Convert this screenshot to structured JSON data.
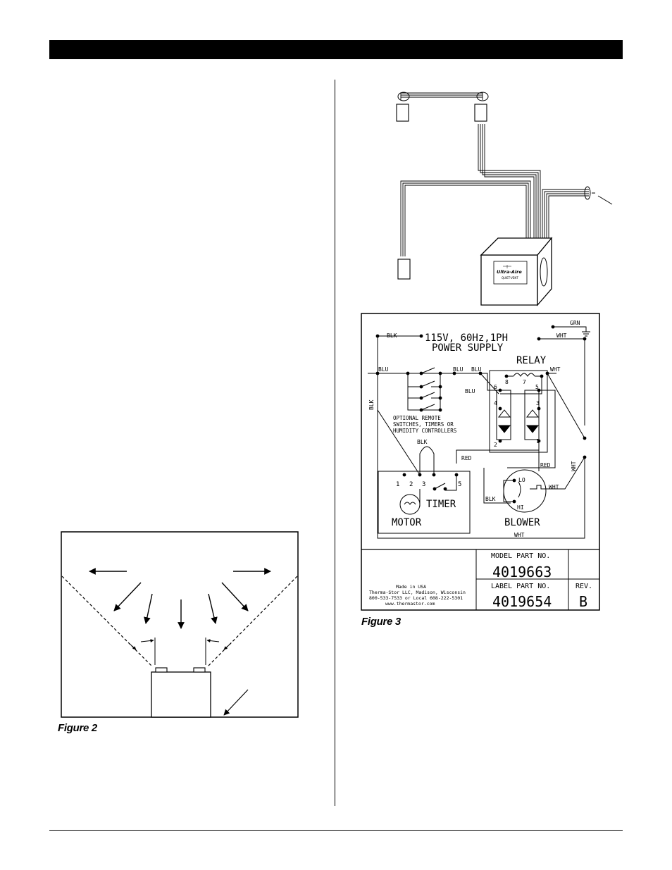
{
  "figure2": {
    "caption": "Figure 2"
  },
  "figure3": {
    "caption": "Figure 3",
    "unit_label": {
      "brand": "Ultra-Aire",
      "model": "QUIET-VENT"
    },
    "schematic": {
      "power_line1": "115V, 60Hz,1PH",
      "power_line2": "POWER SUPPLY",
      "relay": "RELAY",
      "timer": "TIMER",
      "motor": "MOTOR",
      "blower": "BLOWER",
      "wire_labels": {
        "blk_top": "BLK",
        "grn": "GRN",
        "wht_top": "WHT",
        "blu_left": "BLU",
        "blu_mid": "BLU",
        "blu_mid2": "BLU",
        "blu_relay": "BLU",
        "wht_relay": "WHT",
        "blk_vertical": "BLK",
        "blk_timer": "BLK",
        "red_top": "RED",
        "red_right": "RED",
        "wht_vertical": "WHT",
        "wht_blower": "WHT",
        "blk_blower": "BLK",
        "wht_bottom": "WHT",
        "lo": "LO",
        "hi": "HI"
      },
      "optional_note": [
        "OPTIONAL REMOTE",
        "SWITCHES, TIMERS OR",
        "HUMIDITY CONTROLLERS"
      ],
      "relay_terminals": [
        "8",
        "7",
        "6",
        "5",
        "4",
        "3",
        "2",
        "1"
      ],
      "timer_terminals": [
        "1",
        "2",
        "3",
        "5"
      ]
    },
    "info_block": {
      "maker_lines": [
        "Made in USA",
        "Therma-Stor LLC, Madison, Wisconsin",
        "800-533-7533 or Local 608-222-5301",
        "www.thermastor.com"
      ],
      "model_label": "MODEL PART NO.",
      "model_value": "4019663",
      "label_label": "LABEL PART NO.",
      "label_value": "4019654",
      "rev_label": "REV.",
      "rev_value": "B"
    }
  }
}
